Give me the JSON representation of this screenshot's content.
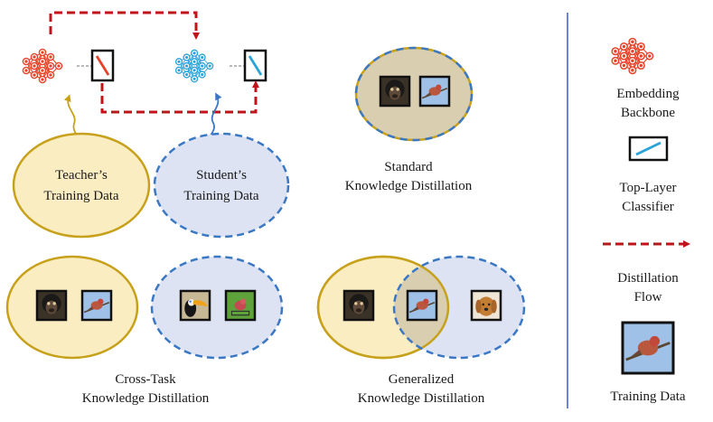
{
  "colors": {
    "teacher": "#e8432a",
    "student": "#2aa3d8",
    "flow": "#c0141c",
    "teacher_fill": "#fbedc2",
    "teacher_stroke": "#c7a11c",
    "student_fill": "#dde3f3",
    "student_stroke": "#3b78c4",
    "overlap_fill": "#d9ceb0",
    "divider": "#3b5bd0"
  },
  "top": {
    "teacher_data": [
      "Teacher’s",
      "Training Data"
    ],
    "student_data": [
      "Student’s",
      "Training Data"
    ]
  },
  "standard": {
    "caption": [
      "Standard",
      "Knowledge Distillation"
    ]
  },
  "cross_task": {
    "caption": [
      "Cross-Task",
      "Knowledge Distillation"
    ]
  },
  "generalized": {
    "caption": [
      "Generalized",
      "Knowledge Distillation"
    ]
  },
  "legend": {
    "backbone": [
      "Embedding",
      "Backbone"
    ],
    "classifier": [
      "Top-Layer",
      "Classifier"
    ],
    "flow": [
      "Distillation",
      "Flow"
    ],
    "data": "Training Data"
  },
  "image_icons": [
    "monkey",
    "bird",
    "toucan",
    "finch",
    "dog"
  ]
}
